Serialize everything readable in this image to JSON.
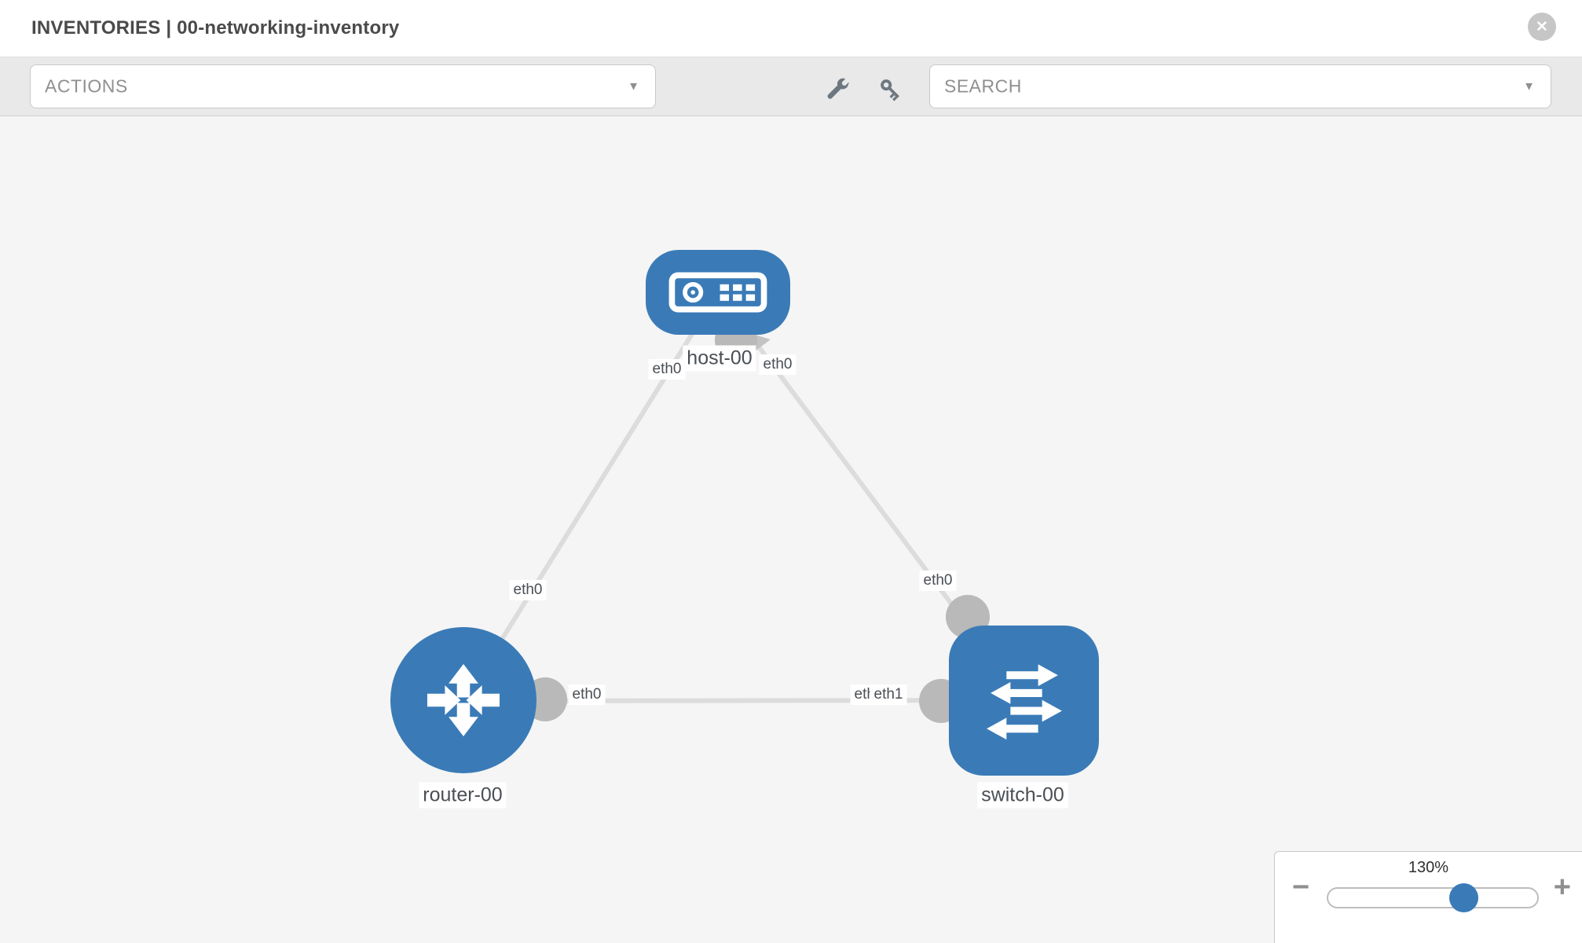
{
  "header": {
    "title": "INVENTORIES | 00-networking-inventory"
  },
  "toolbar": {
    "actions_dropdown": {
      "label": "ACTIONS"
    },
    "search_dropdown": {
      "label": "SEARCH"
    },
    "tools": [
      "wrench-icon",
      "key-icon"
    ]
  },
  "topology": {
    "nodes": [
      {
        "name": "host-00",
        "type": "host"
      },
      {
        "name": "router-00",
        "type": "router"
      },
      {
        "name": "switch-00",
        "type": "switch"
      }
    ],
    "links": [
      {
        "source": "router-00",
        "target": "host-00",
        "source_interface": "eth0",
        "target_interface": "eth0"
      },
      {
        "source": "switch-00",
        "target": "host-00",
        "source_interface": "eth0",
        "target_interface": "eth0"
      },
      {
        "source": "router-00",
        "target": "switch-00",
        "source_interface": "eth0",
        "target_interface": "eth1",
        "overlapped_label": "eth0"
      }
    ]
  },
  "zoom_control": {
    "level": "130%",
    "percent": 130
  },
  "icons": {
    "close": "✕",
    "caret": "▼",
    "minus": "−",
    "plus": "+"
  },
  "colors": {
    "node_blue": "#3a7bb7",
    "link_grey": "#dcdcdc",
    "connector_grey": "#b9b9b9",
    "toolbar_grey": "#e9e9e9",
    "canvas_grey": "#f5f5f5"
  }
}
